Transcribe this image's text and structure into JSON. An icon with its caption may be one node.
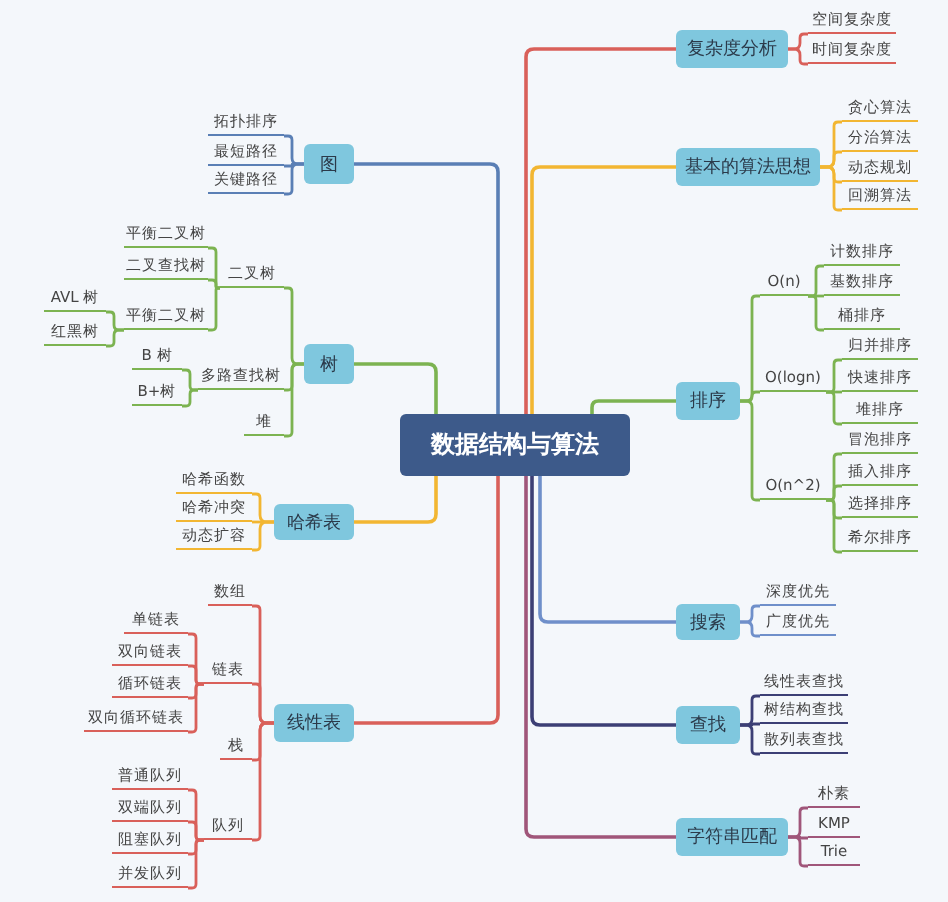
{
  "diagram": {
    "nodes": [
      {
        "text": [
          "数据结构与算法"
        ]
      },
      {
        "text": [
          "图"
        ]
      },
      {
        "text": [
          "拓扑排序"
        ]
      },
      {
        "text": [
          "最短路径"
        ]
      },
      {
        "text": [
          "关键路径"
        ]
      },
      {
        "text": [
          "树"
        ]
      },
      {
        "text": [
          "二叉树"
        ]
      },
      {
        "text": [
          "平衡二叉树"
        ]
      },
      {
        "text": [
          "二叉查找树"
        ]
      },
      {
        "text": [
          "平衡二叉树"
        ]
      },
      {
        "text": [
          "AVL 树"
        ]
      },
      {
        "text": [
          "红黑树"
        ]
      },
      {
        "text": [
          "多路查找树"
        ]
      },
      {
        "text": [
          "B 树"
        ]
      },
      {
        "text": [
          "B+树"
        ]
      },
      {
        "text": [
          "堆"
        ]
      },
      {
        "text": [
          "哈希表"
        ]
      },
      {
        "text": [
          "哈希函数"
        ]
      },
      {
        "text": [
          "哈希冲突"
        ]
      },
      {
        "text": [
          "动态扩容"
        ]
      },
      {
        "text": [
          "线性表"
        ]
      },
      {
        "text": [
          "数组"
        ]
      },
      {
        "text": [
          "链表"
        ]
      },
      {
        "text": [
          "单链表"
        ]
      },
      {
        "text": [
          "双向链表"
        ]
      },
      {
        "text": [
          "循环链表"
        ]
      },
      {
        "text": [
          "双向循环链表"
        ]
      },
      {
        "text": [
          "栈"
        ]
      },
      {
        "text": [
          "队列"
        ]
      },
      {
        "text": [
          "普通队列"
        ]
      },
      {
        "text": [
          "双端队列"
        ]
      },
      {
        "text": [
          "阻塞队列"
        ]
      },
      {
        "text": [
          "并发队列"
        ]
      },
      {
        "text": [
          "复杂度分析"
        ]
      },
      {
        "text": [
          "空间复杂度"
        ]
      },
      {
        "text": [
          "时间复杂度"
        ]
      },
      {
        "text": [
          "基本的算法思想"
        ]
      },
      {
        "text": [
          "贪心算法"
        ]
      },
      {
        "text": [
          "分治算法"
        ]
      },
      {
        "text": [
          "动态规划"
        ]
      },
      {
        "text": [
          "回溯算法"
        ]
      },
      {
        "text": [
          "排序"
        ]
      },
      {
        "text": [
          "O(n)"
        ]
      },
      {
        "text": [
          "计数排序"
        ]
      },
      {
        "text": [
          "基数排序"
        ]
      },
      {
        "text": [
          "桶排序"
        ]
      },
      {
        "text": [
          "O(logn)"
        ]
      },
      {
        "text": [
          "归并排序"
        ]
      },
      {
        "text": [
          "快速排序"
        ]
      },
      {
        "text": [
          "堆排序"
        ]
      },
      {
        "text": [
          "O(n^2)"
        ]
      },
      {
        "text": [
          "冒泡排序"
        ]
      },
      {
        "text": [
          "插入排序"
        ]
      },
      {
        "text": [
          "选择排序"
        ]
      },
      {
        "text": [
          "希尔排序"
        ]
      },
      {
        "text": [
          "搜索"
        ]
      },
      {
        "text": [
          "深度优先"
        ]
      },
      {
        "text": [
          "广度优先"
        ]
      },
      {
        "text": [
          "查找"
        ]
      },
      {
        "text": [
          "线性表查找"
        ]
      },
      {
        "text": [
          "树结构查找"
        ]
      },
      {
        "text": [
          "散列表查找"
        ]
      },
      {
        "text": [
          "字符串匹配"
        ]
      },
      {
        "text": [
          "朴素"
        ]
      },
      {
        "text": [
          "KMP"
        ]
      },
      {
        "text": [
          "Trie"
        ]
      }
    ],
    "edges": [
      {
        "from": 0,
        "to": 1,
        "arrow": "none",
        "color": "#5a7fb5"
      },
      {
        "from": 1,
        "to": 2,
        "arrow": "none",
        "color": "#5a7fb5"
      },
      {
        "from": 1,
        "to": 3,
        "arrow": "none",
        "color": "#5a7fb5"
      },
      {
        "from": 1,
        "to": 4,
        "arrow": "none",
        "color": "#5a7fb5"
      },
      {
        "from": 0,
        "to": 5,
        "arrow": "none",
        "color": "#7cb351"
      },
      {
        "from": 5,
        "to": 6,
        "arrow": "none",
        "color": "#7cb351"
      },
      {
        "from": 6,
        "to": 7,
        "arrow": "none",
        "color": "#7cb351"
      },
      {
        "from": 6,
        "to": 8,
        "arrow": "none",
        "color": "#7cb351"
      },
      {
        "from": 6,
        "to": 9,
        "arrow": "none",
        "color": "#7cb351"
      },
      {
        "from": 9,
        "to": 10,
        "arrow": "none",
        "color": "#7cb351"
      },
      {
        "from": 9,
        "to": 11,
        "arrow": "none",
        "color": "#7cb351"
      },
      {
        "from": 5,
        "to": 12,
        "arrow": "none",
        "color": "#7cb351"
      },
      {
        "from": 12,
        "to": 13,
        "arrow": "none",
        "color": "#7cb351"
      },
      {
        "from": 12,
        "to": 14,
        "arrow": "none",
        "color": "#7cb351"
      },
      {
        "from": 5,
        "to": 15,
        "arrow": "none",
        "color": "#7cb351"
      },
      {
        "from": 0,
        "to": 16,
        "arrow": "none",
        "color": "#f2b632"
      },
      {
        "from": 16,
        "to": 17,
        "arrow": "none",
        "color": "#f2b632"
      },
      {
        "from": 16,
        "to": 18,
        "arrow": "none",
        "color": "#f2b632"
      },
      {
        "from": 16,
        "to": 19,
        "arrow": "none",
        "color": "#f2b632"
      },
      {
        "from": 0,
        "to": 20,
        "arrow": "none",
        "color": "#d9605a"
      },
      {
        "from": 20,
        "to": 21,
        "arrow": "none",
        "color": "#d9605a"
      },
      {
        "from": 20,
        "to": 22,
        "arrow": "none",
        "color": "#d9605a"
      },
      {
        "from": 22,
        "to": 23,
        "arrow": "none",
        "color": "#d9605a"
      },
      {
        "from": 22,
        "to": 24,
        "arrow": "none",
        "color": "#d9605a"
      },
      {
        "from": 22,
        "to": 25,
        "arrow": "none",
        "color": "#d9605a"
      },
      {
        "from": 22,
        "to": 26,
        "arrow": "none",
        "color": "#d9605a"
      },
      {
        "from": 20,
        "to": 27,
        "arrow": "none",
        "color": "#d9605a"
      },
      {
        "from": 20,
        "to": 28,
        "arrow": "none",
        "color": "#d9605a"
      },
      {
        "from": 28,
        "to": 29,
        "arrow": "none",
        "color": "#d9605a"
      },
      {
        "from": 28,
        "to": 30,
        "arrow": "none",
        "color": "#d9605a"
      },
      {
        "from": 28,
        "to": 31,
        "arrow": "none",
        "color": "#d9605a"
      },
      {
        "from": 28,
        "to": 32,
        "arrow": "none",
        "color": "#d9605a"
      },
      {
        "from": 0,
        "to": 33,
        "arrow": "none",
        "color": "#d9605a"
      },
      {
        "from": 33,
        "to": 34,
        "arrow": "none",
        "color": "#d9605a"
      },
      {
        "from": 33,
        "to": 35,
        "arrow": "none",
        "color": "#d9605a"
      },
      {
        "from": 0,
        "to": 36,
        "arrow": "none",
        "color": "#f2b632"
      },
      {
        "from": 36,
        "to": 37,
        "arrow": "none",
        "color": "#f2b632"
      },
      {
        "from": 36,
        "to": 38,
        "arrow": "none",
        "color": "#f2b632"
      },
      {
        "from": 36,
        "to": 39,
        "arrow": "none",
        "color": "#f2b632"
      },
      {
        "from": 36,
        "to": 40,
        "arrow": "none",
        "color": "#f2b632"
      },
      {
        "from": 0,
        "to": 41,
        "arrow": "none",
        "color": "#7cb351"
      },
      {
        "from": 41,
        "to": 42,
        "arrow": "none",
        "color": "#7cb351"
      },
      {
        "from": 42,
        "to": 43,
        "arrow": "none",
        "color": "#7cb351"
      },
      {
        "from": 42,
        "to": 44,
        "arrow": "none",
        "color": "#7cb351"
      },
      {
        "from": 42,
        "to": 45,
        "arrow": "none",
        "color": "#7cb351"
      },
      {
        "from": 41,
        "to": 46,
        "arrow": "none",
        "color": "#7cb351"
      },
      {
        "from": 46,
        "to": 47,
        "arrow": "none",
        "color": "#7cb351"
      },
      {
        "from": 46,
        "to": 48,
        "arrow": "none",
        "color": "#7cb351"
      },
      {
        "from": 46,
        "to": 49,
        "arrow": "none",
        "color": "#7cb351"
      },
      {
        "from": 41,
        "to": 50,
        "arrow": "none",
        "color": "#7cb351"
      },
      {
        "from": 50,
        "to": 51,
        "arrow": "none",
        "color": "#7cb351"
      },
      {
        "from": 50,
        "to": 52,
        "arrow": "none",
        "color": "#7cb351"
      },
      {
        "from": 50,
        "to": 53,
        "arrow": "none",
        "color": "#7cb351"
      },
      {
        "from": 50,
        "to": 54,
        "arrow": "none",
        "color": "#7cb351"
      },
      {
        "from": 0,
        "to": 55,
        "arrow": "none",
        "color": "#6f8fca"
      },
      {
        "from": 55,
        "to": 56,
        "arrow": "none",
        "color": "#6f8fca"
      },
      {
        "from": 55,
        "to": 57,
        "arrow": "none",
        "color": "#6f8fca"
      },
      {
        "from": 0,
        "to": 58,
        "arrow": "none",
        "color": "#3c3f75"
      },
      {
        "from": 58,
        "to": 59,
        "arrow": "none",
        "color": "#3c3f75"
      },
      {
        "from": 58,
        "to": 60,
        "arrow": "none",
        "color": "#3c3f75"
      },
      {
        "from": 58,
        "to": 61,
        "arrow": "none",
        "color": "#3c3f75"
      },
      {
        "from": 0,
        "to": 62,
        "arrow": "none",
        "color": "#a0567a"
      },
      {
        "from": 62,
        "to": 63,
        "arrow": "none",
        "color": "#a0567a"
      },
      {
        "from": 62,
        "to": 64,
        "arrow": "none",
        "color": "#a0567a"
      },
      {
        "from": 62,
        "to": 65,
        "arrow": "none",
        "color": "#a0567a"
      }
    ]
  }
}
